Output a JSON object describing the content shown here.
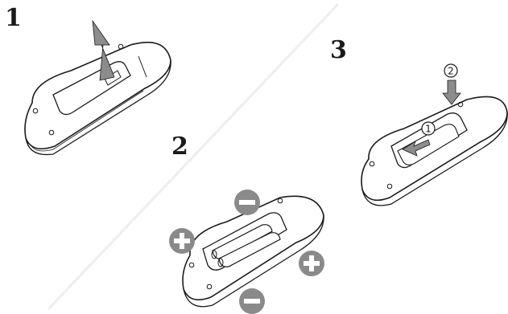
{
  "steps": [
    {
      "number": "1",
      "description": ""
    },
    {
      "number": "2",
      "description": ""
    },
    {
      "number": "3",
      "description": ""
    }
  ],
  "step3_callouts": [
    "1",
    "2"
  ],
  "colors": {
    "outline": "#1a1a1a",
    "arrow_fill": "#8c8c8c",
    "polarity_fill": "#8a8a8a",
    "watermark": "#eeeeee"
  },
  "icons": [
    "up-arrow-icon",
    "slide-arrow-icon",
    "down-arrow-icon",
    "plus-icon",
    "minus-icon"
  ]
}
